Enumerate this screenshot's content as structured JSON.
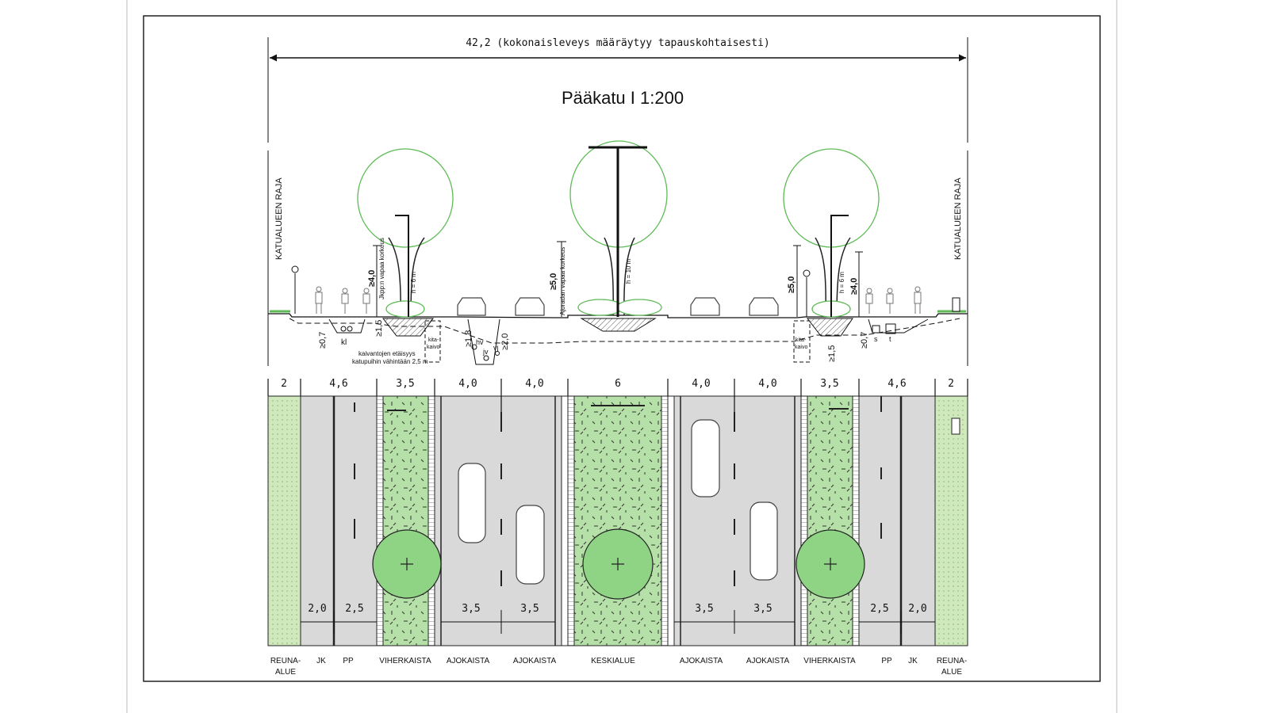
{
  "drawing": {
    "overall_width": "42,2 (kokonaisleveys määräytyy tapauskohtaisesti)",
    "title": "Pääkatu I 1:200",
    "boundary_label": "KATUALUEEN RAJA"
  },
  "section": {
    "left": {
      "jkpp_clearance": "≥4,0",
      "jkpp_clearance_label": "Jkpp:n vapaa korkeus",
      "tree_height": "h = 6 m",
      "depth_15": "≥1,5",
      "depth_07": "≥0,7",
      "kl": "kl",
      "excavation_note_1": "kaivantojen etäisyys",
      "excavation_note_2": "katupuihin vähintään 2,5 m",
      "kita_1": "kita-",
      "kita_2": "kaivo",
      "depth_18": "≥1,8",
      "hv": "hv",
      "jv": "jv",
      "vj": "vj",
      "depth_20": "≥2,0"
    },
    "center": {
      "road_clearance": "≥5,0",
      "road_clearance_label": "Ajoradan vapaa korkeus",
      "tree_height": "h = 10 m"
    },
    "right": {
      "kita_1": "kita-",
      "kita_2": "kaivo",
      "depth_15": "≥1,5",
      "road_clearance": "≥5,0",
      "tree_height": "h = 6 m",
      "jkpp_clearance": "≥4,0",
      "depth_07": "≥0,7",
      "s": "s",
      "t": "t"
    }
  },
  "plan": {
    "widths": [
      "2",
      "4,6",
      "3,5",
      "4,0",
      "4,0",
      "6",
      "4,0",
      "4,0",
      "3,5",
      "4,6",
      "2"
    ],
    "sub_widths": [
      "2,0",
      "2,5",
      "3,5",
      "3,5",
      "3,5",
      "3,5",
      "2,5",
      "2,0"
    ],
    "labels": [
      {
        "l1": "REUNA-",
        "l2": "ALUE"
      },
      {
        "l1": "JK"
      },
      {
        "l1": "PP"
      },
      {
        "l1": "VIHERKAISTA"
      },
      {
        "l1": "AJOKAISTA"
      },
      {
        "l1": "AJOKAISTA"
      },
      {
        "l1": "KESKIALUE"
      },
      {
        "l1": "AJOKAISTA"
      },
      {
        "l1": "AJOKAISTA"
      },
      {
        "l1": "VIHERKAISTA"
      },
      {
        "l1": "PP"
      },
      {
        "l1": "JK"
      },
      {
        "l1": "REUNA-",
        "l2": "ALUE"
      }
    ]
  },
  "colors": {
    "green_strip": "#b5e0a8",
    "green_edge": "#cfe9bd",
    "gray_lane": "#d9d9d9",
    "tree_green": "#5dbb55"
  }
}
